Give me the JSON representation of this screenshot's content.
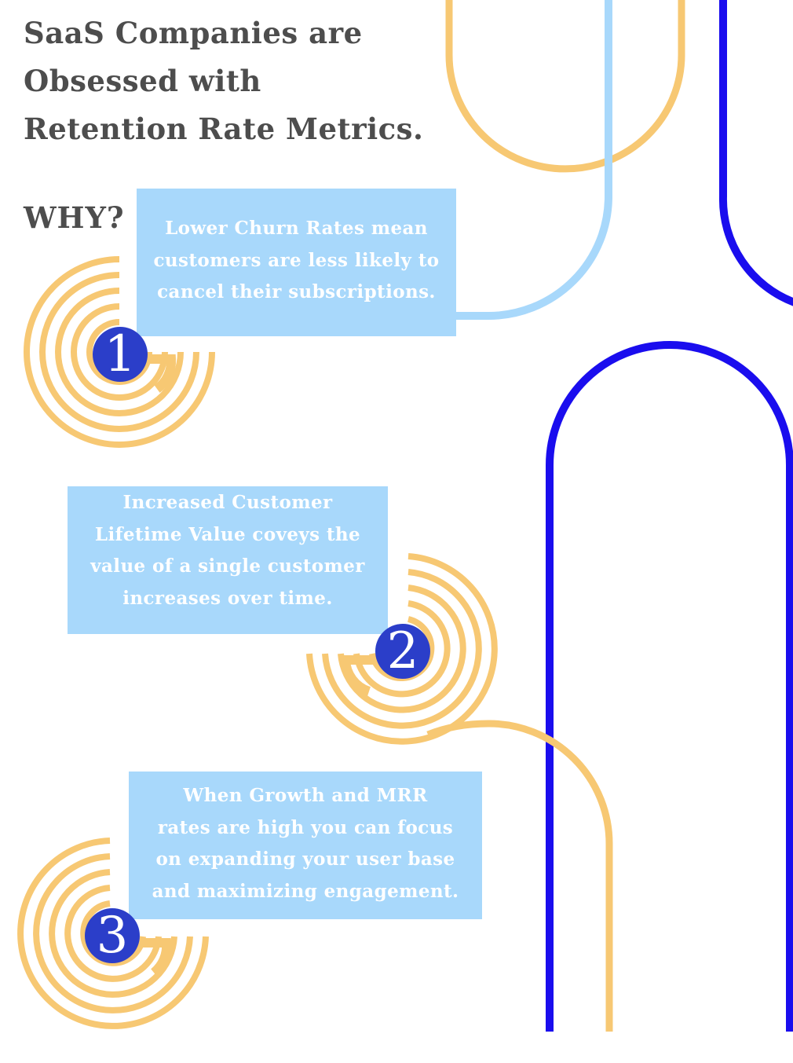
{
  "title": {
    "lines": [
      "SaaS Companies are",
      "Obsessed with",
      "Retention Rate Metrics."
    ]
  },
  "question": "WHY?",
  "points": [
    {
      "number": "1",
      "lines": [
        "Lower Churn Rates mean",
        "customers are less likely to",
        "cancel their subscriptions."
      ]
    },
    {
      "number": "2",
      "lines": [
        "Increased Customer",
        "Lifetime Value coveys the",
        "value of a single customer",
        "increases over time."
      ]
    },
    {
      "number": "3",
      "lines": [
        "When Growth and MRR",
        "rates are high you can focus",
        "on expanding your user base",
        "and maximizing engagement."
      ]
    }
  ],
  "colors": {
    "heading": "#4d4d4d",
    "box": "#a8d8fb",
    "box_text": "#ffffff",
    "badge": "#2b3ec9",
    "accent_yellow": "#f7c873",
    "accent_blue": "#1a0dee",
    "accent_lightblue": "#a8d8fb"
  }
}
